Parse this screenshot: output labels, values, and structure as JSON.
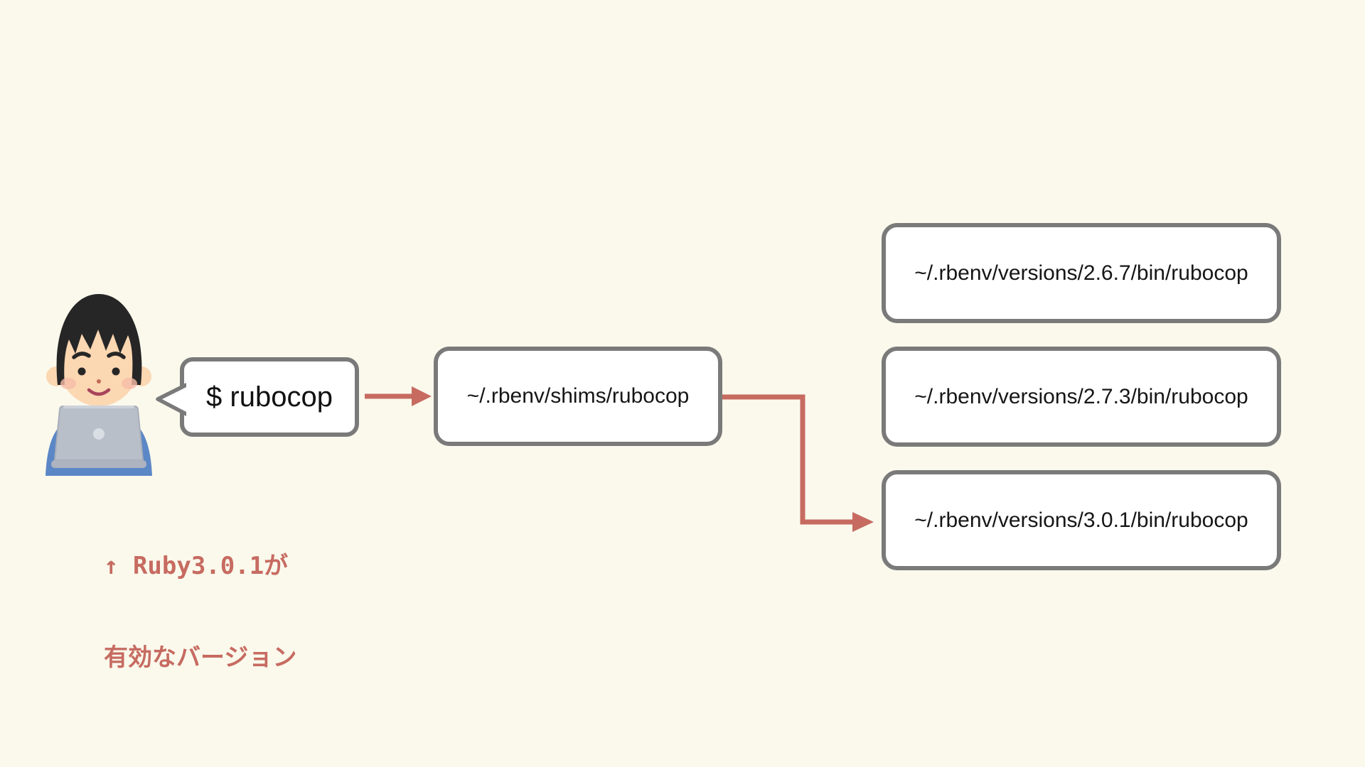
{
  "diagram_title": "rbenv shim resolution diagram",
  "colors": {
    "background": "#FAF9EC",
    "box_border": "#7A7A7A",
    "box_fill": "#FFFFFF",
    "arrow_red": "#C76B61",
    "annotation_red": "#C76B61",
    "text_black": "#161616"
  },
  "actor": {
    "description": "person-at-laptop-illustration"
  },
  "speech_bubble": {
    "text": "$ rubocop"
  },
  "shim_box": {
    "text": "~/.rbenv/shims/rubocop"
  },
  "version_boxes": [
    {
      "text": "~/.rbenv/versions/2.6.7/bin/rubocop"
    },
    {
      "text": "~/.rbenv/versions/2.7.3/bin/rubocop"
    },
    {
      "text": "~/.rbenv/versions/3.0.1/bin/rubocop"
    }
  ],
  "annotation": {
    "line1": "↑ Ruby3.0.1が",
    "line2": "有効なバージョン"
  },
  "arrows": [
    {
      "from": "speech_bubble",
      "to": "shim_box",
      "shape": "straight"
    },
    {
      "from": "shim_box",
      "to": "version_boxes.2",
      "shape": "elbow-right-down-right"
    }
  ]
}
